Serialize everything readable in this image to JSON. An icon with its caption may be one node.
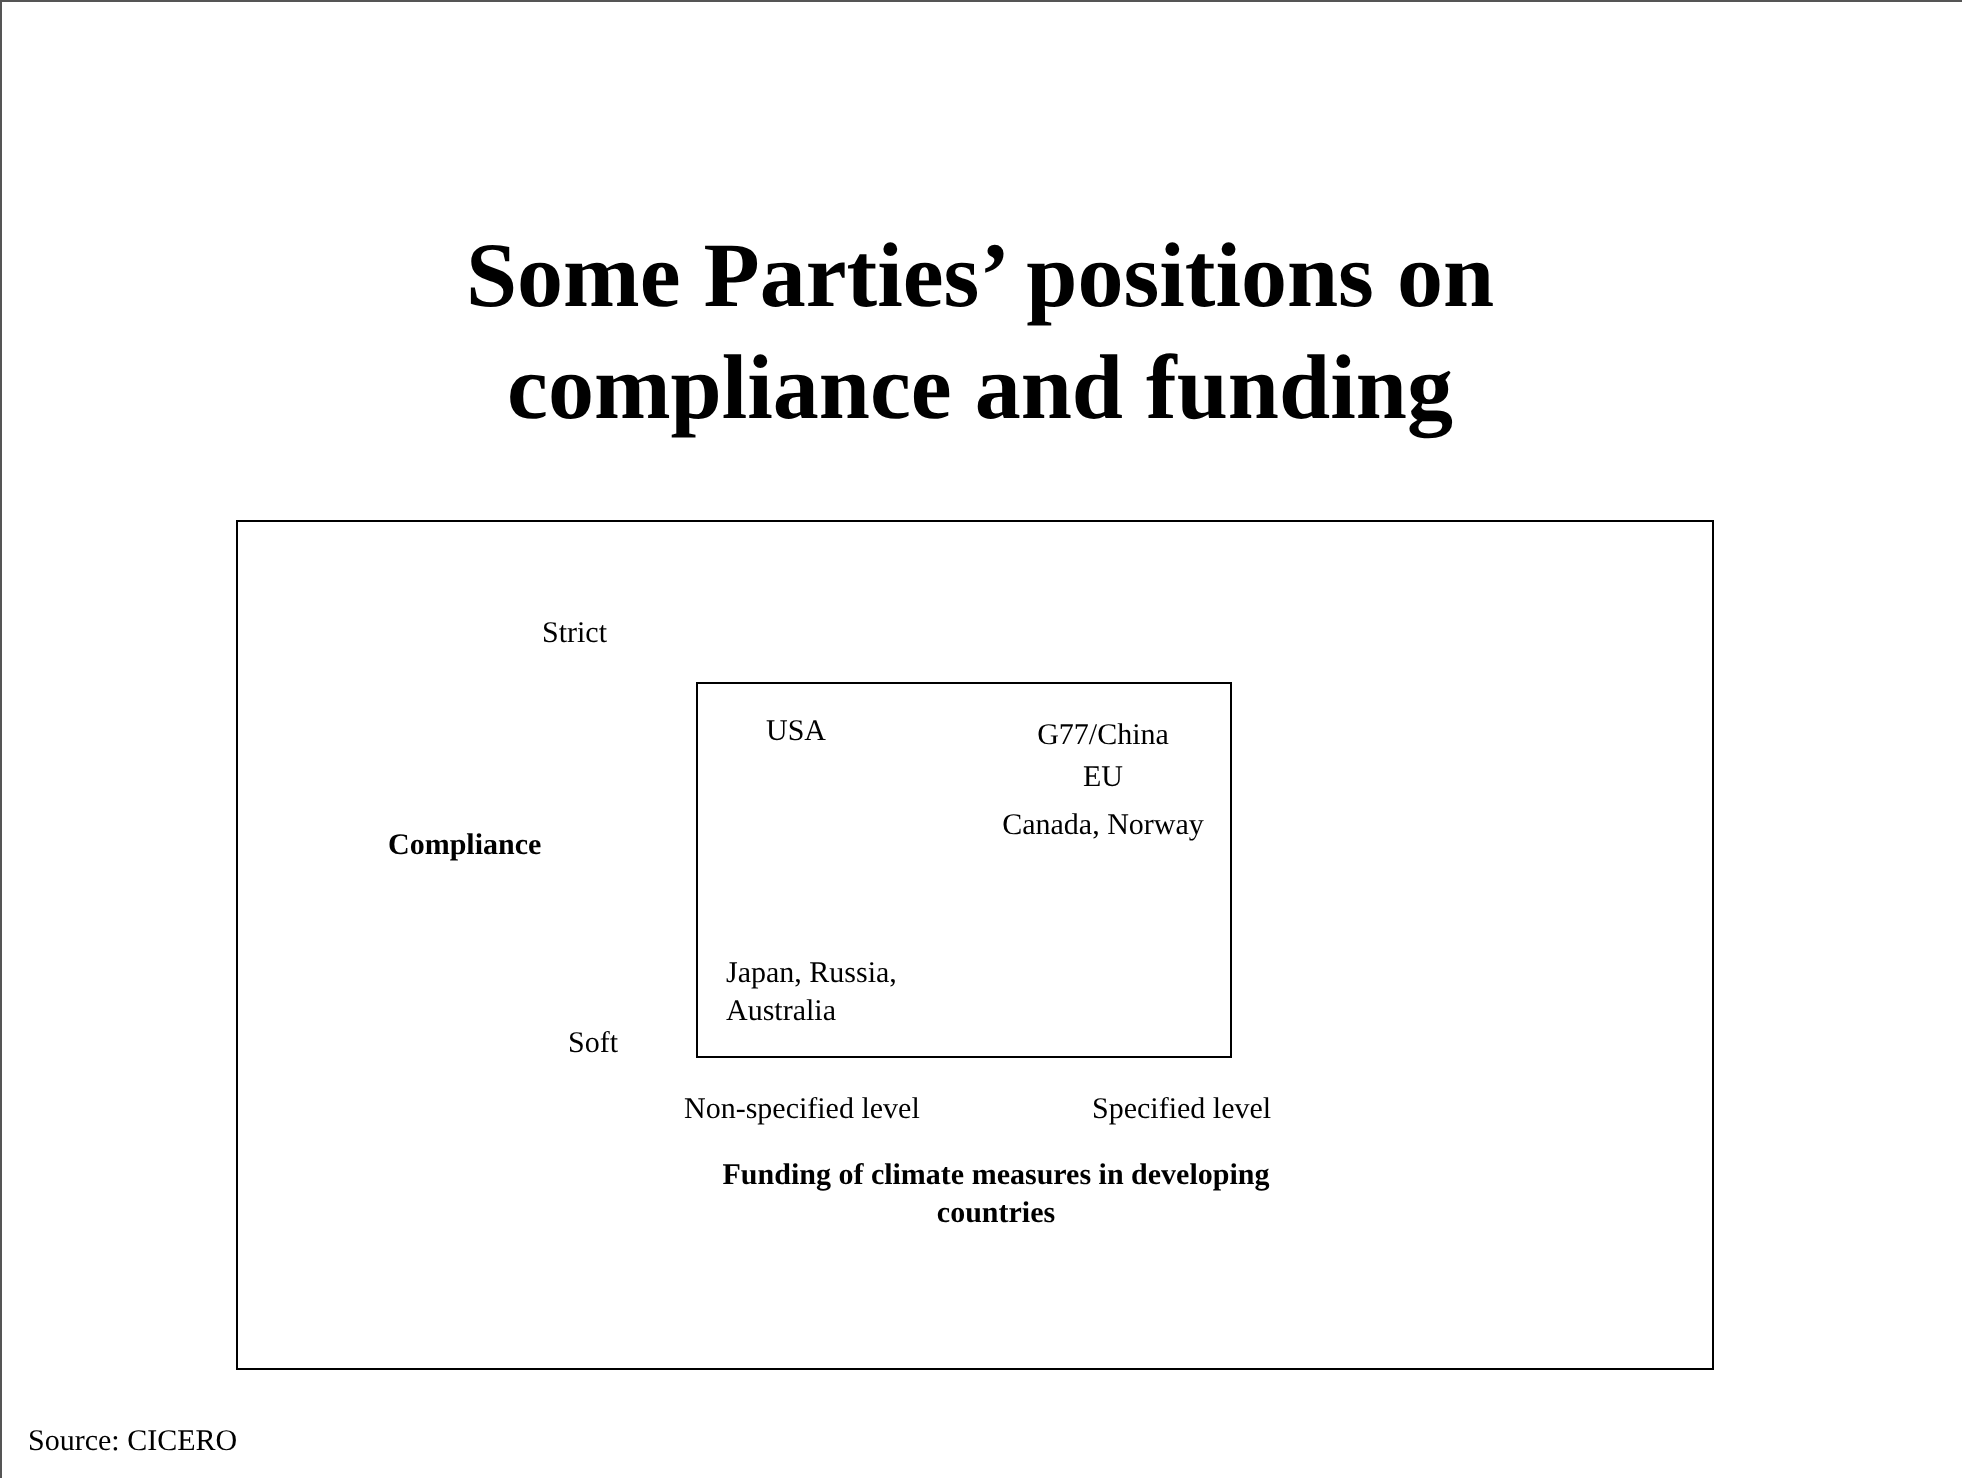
{
  "diagram": {
    "title": "Some Parties’ positions on compliance and funding",
    "caption": "Source: CICERO",
    "nodes": [
      {
        "text": [
          "Strict",
          "Compliance",
          "Soft",
          "Non-specified level",
          "Specified level",
          "Funding of climate measures in developing countries"
        ]
      },
      {
        "text": [
          "USA",
          "G77/China",
          "EU",
          "Canada, Norway",
          "Japan, Russia, Australia"
        ],
        "in": 0
      }
    ],
    "edges": []
  }
}
